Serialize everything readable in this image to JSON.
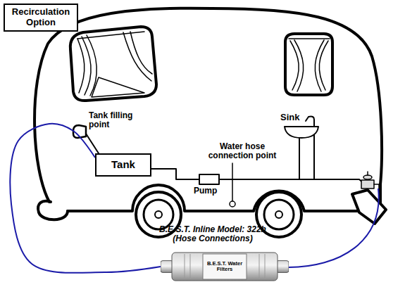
{
  "diagram": {
    "title": "Recirculation Option",
    "nodes": [
      {
        "text": [
          "Tank"
        ]
      },
      {
        "text": [
          "B.E.S.T. Water Filters"
        ]
      }
    ],
    "edges": [
      {
        "from": 1,
        "to": 0,
        "arrow": "none"
      }
    ],
    "labels": [
      "Tank filling point",
      "Water hose connection point",
      "Sink",
      "Pump",
      "B.E.S.T. Inline Model: 322h (Hose Connections)"
    ]
  }
}
